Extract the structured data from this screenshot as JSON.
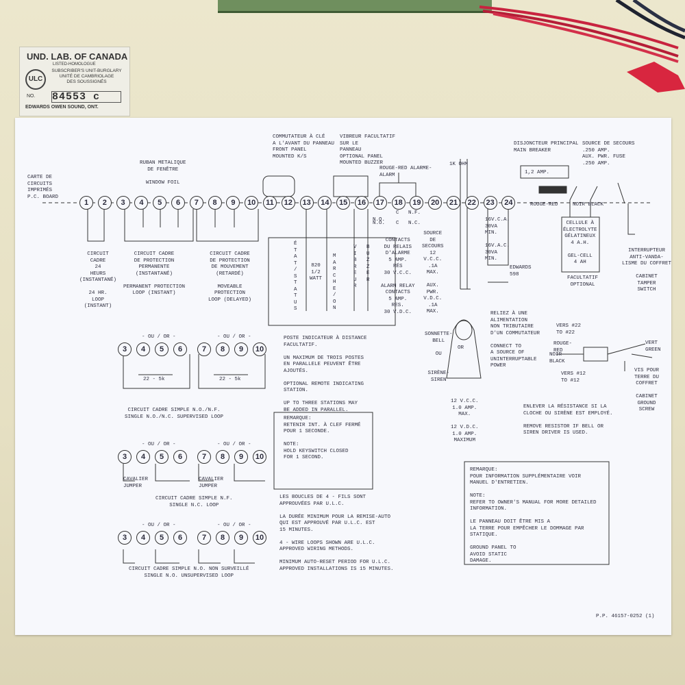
{
  "ulc_tag": {
    "title": "UND. LAB. OF CANADA",
    "subtitle": "LISTED-HOMOLOGUE",
    "logo": "ULC",
    "line1": "SUBSCRIBER'S UNIT-BURGLARY",
    "line2": "UNITÉ DE CAMBRIOLAGE",
    "line3": "DES SOUSSIGNÉS",
    "no_label": "NO.",
    "number": "84553 c",
    "maker": "EDWARDS OWEN SOUND, ONT."
  },
  "terminals": [
    "1",
    "2",
    "3",
    "4",
    "5",
    "6",
    "7",
    "8",
    "9",
    "10",
    "11",
    "12",
    "13",
    "14",
    "15",
    "16",
    "17",
    "18",
    "19",
    "20",
    "21",
    "22",
    "23",
    "24"
  ],
  "top_labels": {
    "board": "CARTE DE\nCIRCUITS\nIMPRIMÉS\nP.C. BOARD",
    "foil": "RUBAN METALIQUE\nDE FENÊTRE\n\nWINDOW FOIL",
    "keyswitch": "COMMUTATEUR À CLÉ\nA L'AVANT DU PANNEAU\nFRONT PANEL\nMOUNTED K/S",
    "buzzer": "VIBREUR FACULTATIF\nSUR LE\nPANNEAU\nOPTIONAL PANEL\nMOUNTED BUZZER",
    "alarm": "ROUGE-RED  ALARME-\n                ALARM",
    "ohm": "1K OHM",
    "breaker": "DISJONCTEUR PRINCIPAL\nMAIN BREAKER",
    "secondary": "SOURCE DE SECOURS\n.250 AMP.\nAUX. PWR. FUSE\n.250 AMP.",
    "amp": "1,2 AMP.",
    "rouge_red": "ROUGE-RED",
    "noir_black": "NOIR BLACK"
  },
  "relay_labels": [
    "N.O.",
    "C",
    "N.F.",
    "N.O.",
    "C",
    "N.C."
  ],
  "below_labels": {
    "c24": "CIRCUIT\nCADRE\n24\nHEURS\n(INSTANTANÉ)\n\n24 HR.\nLOOP\n(INSTANT)",
    "perm": "CIRCUIT CADRE\nDE PROTECTION\nPERMANENTE\n(INSTANTANÉ)\n\nPERMANENT PROTECTION\nLOOP (INSTANT)",
    "move": "CIRCUIT CADRE\nDE PROTECTION\nDE MOUVEMENT\n(RETARDÉ)\n\nMOVEABLE\nPROTECTION\nLOOP (DELAYED)",
    "contacts": "CONTACTS\nDU RELAIS\nD'ALARME\n5 AMP.\nRÉS\n30 V.C.C.\n\nALARM RELAY\nCONTACTS\n5 AMP.\nRES.\n30 V.D.C.",
    "source": "SOURCE\nDE\nSECOURS\n12\nV.C.C.\n.1A\nMAX.\n\nAUX.\nPWR.\nV.D.C.\n.1A\nMAX.",
    "vac": "16V.C.A.\n30VA\nMIN.\n\n16V.A.C.\n30VA\nMIN.",
    "edwards": "EDWARDS\n598",
    "cell": "CELLULE À\nÉLECTROLYTE\nGÉLATINEUX\n4 A.H.\n\nGEL-CELL\n4 AH",
    "cell_opt": "FACULTATIF\nOPTIONAL",
    "tamper": "INTERRUPTEUR\nANTI-VANDA-\nLISME DU COFFRET\n\nCABINET\nTAMPER\nSWITCH",
    "status": "É\nT\nA\nT\n/\nS\nT\nA\nT\nU\nS",
    "watt": "820\n1/2\nWATT",
    "marche": "M\nA\nR\nC\nH\nE\n/\nO\nN",
    "vibreur": "V\nI\nB\nR\nE\nU\nR",
    "buzzer_v": "B\nU\nZ\nZ\nE\nR"
  },
  "right_block": {
    "relier": "RELIEZ À UNE\nALIMENTATION\nNON TRIBUTAIRE\nD'UN COMMUTATEUR\n\nCONNECT TO\nA SOURCE OF\nUNINTERRUPTABLE\nPOWER",
    "bell": "SONNETTE-\nBELL\n\nOU\n\n\nSIRÈNE-\nSIREN",
    "or": "OR",
    "bell_spec": "12 V.C.C.\n1.0 AMP.\nMAX.\n\n12 V.D.C.\n1.0 AMP.\nMAXIMUM",
    "vers22": "VERS #22\nTO #22",
    "rouge": "ROUGE-\nRED",
    "noir": "NOIR-\nBLACK",
    "vers12": "VERS #12\nTO #12",
    "vert": "VERT\nGREEN",
    "vis": "VIS POUR\nTERRE DU\nCOFFRET\n\nCABINET\nGROUND\nSCREW",
    "enlever": "ENLEVER LA RÉSISTANCE SI LA\nCLOCHE OU SIRÈNE EST EMPLOYÉ.\n\nREMOVE RESISTOR IF BELL OR\nSIREN DRIVER IS USED."
  },
  "mid_text": {
    "poste": "POSTE INDICATEUR À DISTANCE\nFACULTATIF.\n\nUN MAXIMUM DE TROIS POSTES\nEN PARALLELE PEUVENT ÊTRE\nAJOUTÉS.\n\nOPTIONAL REMOTE INDICATING\nSTATION.\n\nUP TO THREE STATIONS MAY\nBE ADDED IN PARALLEL.",
    "remarque": "REMARQUE:\nRETENIR INT. À CLEF FERMÉ\nPOUR 1 SECONDE.\n\nNOTE:\nHOLD KEYSWITCH CLOSED\nFOR 1 SECOND.",
    "notes": "LES BOUCLES DE 4 - FILS SONT\nAPPROUVÉES PAR U.L.C.\n\nLA DURÉE MINIMUM POUR LA REMISE-AUTO\nQUI EST APPROUVÉ PAR U.L.C. EST\n15 MINUTES.\n\n4 - WIRE LOOPS SHOWN ARE U.L.C.\nAPPROVED WIRING METHODS.\n\nMINIMUM AUTO-RESET PERIOD FOR U.L.C.\nAPPROVED INSTALLATIONS IS 15 MINUTES."
  },
  "loops": {
    "ou_or": "OU / OR",
    "r1": "22 - 5k",
    "r2": "22 - 5k",
    "sup_caption": "CIRCUIT CADRE SIMPLE N.O./N.F.\nSINGLE N.O./N.C. SUPERVISED LOOP",
    "cav1": "CAVALIER\nJUMPER",
    "cav2": "CAVALIER\nJUMPER",
    "nf_caption": "CIRCUIT CADRE SIMPLE N.F.\nSINGLE N.C. LOOP",
    "unsup_caption": "CIRCUIT CADRE SIMPLE N.O. NON SURVEILLÉ\nSINGLE N.O. UNSUPERVISED LOOP"
  },
  "remark_box": "REMARQUE:\nPOUR INFORMATION SUPPLÉMENTAIRE VOIR\nMANUEL D'ENTRETIEN.\n\nNOTE:\nREFER TO OWNER'S MANUAL FOR MORE DETAILED\nINFORMATION.\n\nLE PANNEAU DOIT ÊTRE MIS A\nLA TERRE POUR EMPÊCHER LE DOMMAGE PAR\nSTATIQUE.\n\nGROUND PANEL TO\nAVOID STATIC\nDAMAGE.",
  "part_no": "P.P. 46157-0252 (1)",
  "colors": {
    "sheet": "#f7f8fc",
    "panel": "#e9e4c9",
    "ink": "#2c2c3c",
    "wire_red": "#c8233f",
    "pcb": "#6f8f5e"
  }
}
